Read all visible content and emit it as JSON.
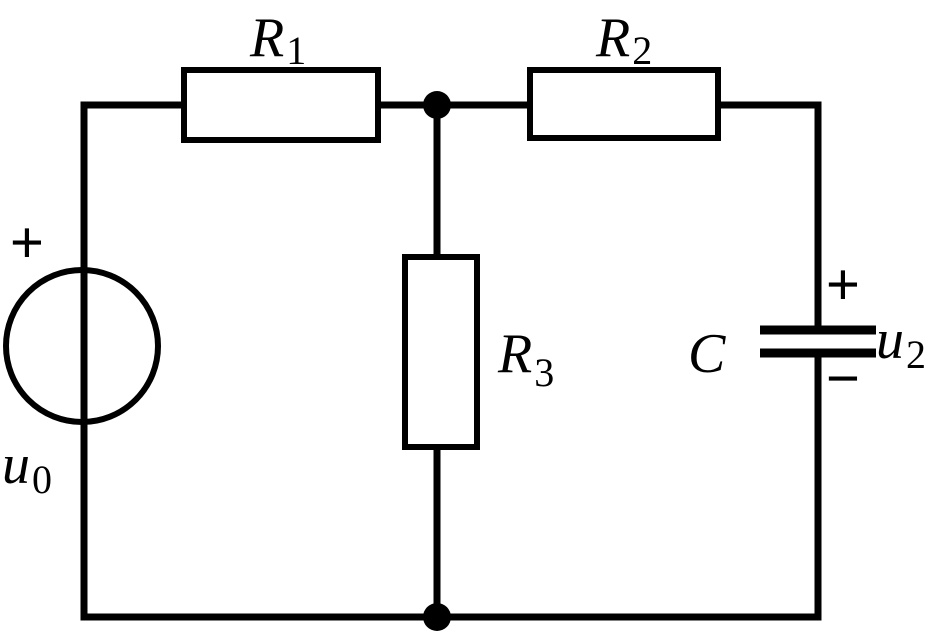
{
  "labels": {
    "r1": {
      "main": "R",
      "sub": "1"
    },
    "r2": {
      "main": "R",
      "sub": "2"
    },
    "r3": {
      "main": "R",
      "sub": "3"
    },
    "c": {
      "main": "C"
    },
    "u0": {
      "main": "u",
      "sub": "0"
    },
    "u2": {
      "main": "u",
      "sub": "2"
    }
  },
  "signs": {
    "source_plus": "+",
    "cap_plus": "+",
    "cap_minus": "−"
  }
}
